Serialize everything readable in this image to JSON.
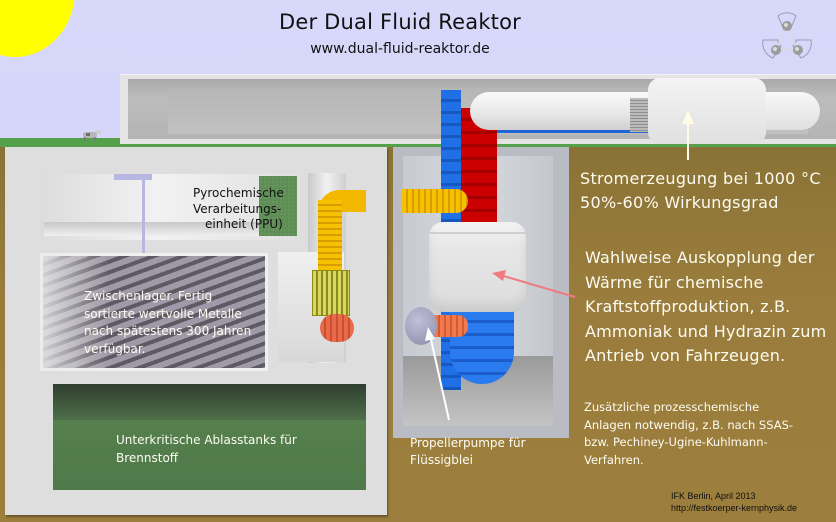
{
  "header": {
    "title": "Der Dual Fluid Reaktor",
    "url": "www.dual-fluid-reaktor.de"
  },
  "logo": {
    "icon": "dual-fluid-logo-icon"
  },
  "scene_elements": {
    "sun": "sun-icon",
    "cow": "cow-icon",
    "colors": {
      "sky": "#d4d4f8",
      "grass": "#55a04a",
      "soil": "#9c7e3d",
      "sun": "#ffff00",
      "primary_loop_red": "#cc0000",
      "coolant_blue": "#1f6fe6",
      "secondary_yellow": "#f7c000",
      "pump_orange": "#e9694a",
      "tank_green": "#4f7a49"
    }
  },
  "labels": {
    "strom": [
      "Stromerzeugung bei 1000 °C",
      "50%-60% Wirkungsgrad"
    ],
    "waerme": [
      "Wahlweise Auskopplung der",
      "Wärme für chemische",
      "Kraftstoffproduktion, z.B.",
      "Ammoniak und Hydrazin zum",
      "Antrieb von Fahrzeugen."
    ],
    "zusatz": [
      "Zusätzliche prozesschemische",
      "Anlagen notwendig, z.B. nach SSAS-",
      "bzw. Pechiney-Ugine-Kuhlmann-",
      "Verfahren."
    ],
    "ppu": [
      "Pyrochemische",
      "Verarbeitungs-",
      "einheit (PPU)"
    ],
    "storage": [
      "Zwischenlager. Fertig",
      "sortierte wertvolle Metalle",
      "nach spätestens 300 Jahren",
      "verfügbar."
    ],
    "tanks": [
      "Unterkritische Ablasstanks für",
      "Brennstoff"
    ],
    "pump": [
      "Propellerpumpe für",
      "Flüssigblei"
    ]
  },
  "credit": {
    "line1": "IFK Berlin, April 2013",
    "line2": "http://festkoerper-kernphysik.de"
  }
}
